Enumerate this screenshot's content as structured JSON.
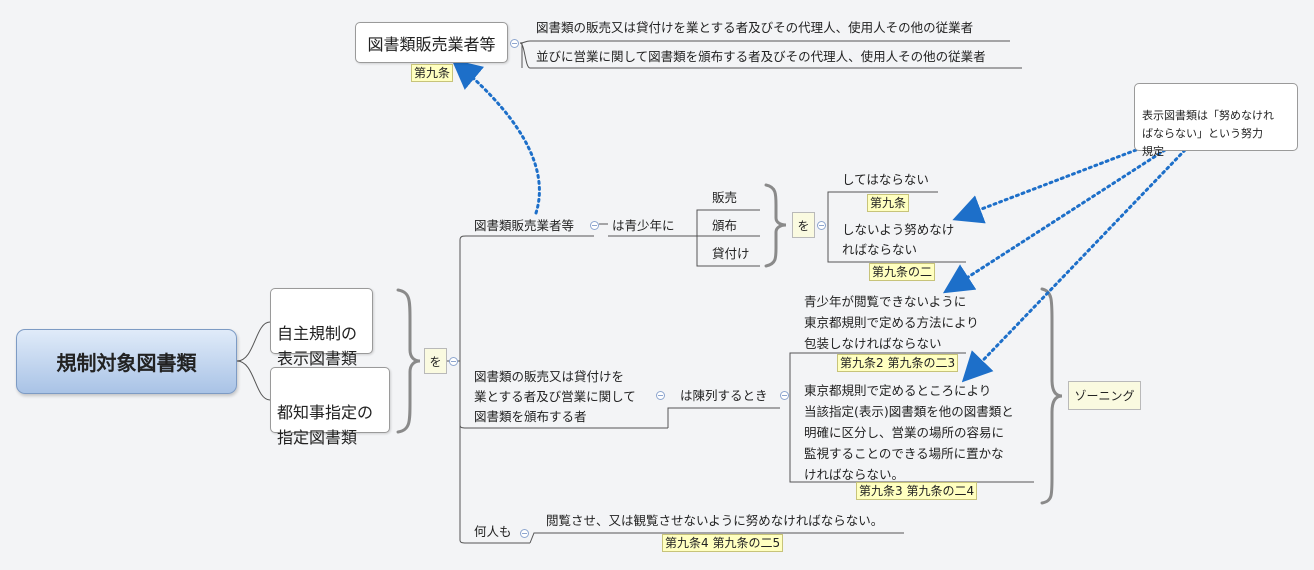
{
  "root": {
    "label": "規制対象図書類"
  },
  "categories": [
    {
      "label": "自主規制の\n表示図書類"
    },
    {
      "label": "都知事指定の\n指定図書類"
    }
  ],
  "connector_wo": "を",
  "top_node": {
    "label": "図書類販売業者等",
    "tag": "第九条",
    "definitions": [
      "図書類の販売又は貸付けを業とする者及びその代理人、使用人その他の従業者",
      "並びに営業に関して図書類を頒布する者及びその代理人、使用人その他の従業者"
    ]
  },
  "branch1": {
    "subject": "図書類販売業者等",
    "condition": "は青少年に",
    "actions": [
      "販売",
      "頒布",
      "貸付け"
    ],
    "wo": "を",
    "rules": [
      {
        "text": "してはならない",
        "tag": "第九条"
      },
      {
        "text": "しないよう努めなけ\nればならない",
        "tag": "第九条の二"
      }
    ]
  },
  "branch2": {
    "subject": "図書類の販売又は貸付けを\n業とする者及び営業に関して\n図書類を頒布する者",
    "condition": "は陳列するとき",
    "rules": [
      {
        "text": "青少年が閲覧できないように\n東京都規則で定める方法により\n包装しなければならない",
        "tag": "第九条2 第九条の二3"
      },
      {
        "text": "東京都規則で定めるところにより\n当該指定(表示)図書類を他の図書類と\n明確に区分し、営業の場所の容易に\n監視することのできる場所に置かな\n ければならない。",
        "tag": "第九条3 第九条の二4"
      }
    ],
    "zoning": "ゾーニング"
  },
  "branch3": {
    "subject": "何人も",
    "rule": "閲覧させ、又は観覧させないように努めなければならない。",
    "tag": "第九条4 第九条の二5"
  },
  "callout": {
    "text": "表示図書類は「努めなけれ\nばならない」という努力\n規定"
  },
  "colors": {
    "arrow": "#1d6fc9",
    "line": "#555555",
    "tag_bg": "#ffffc0"
  }
}
